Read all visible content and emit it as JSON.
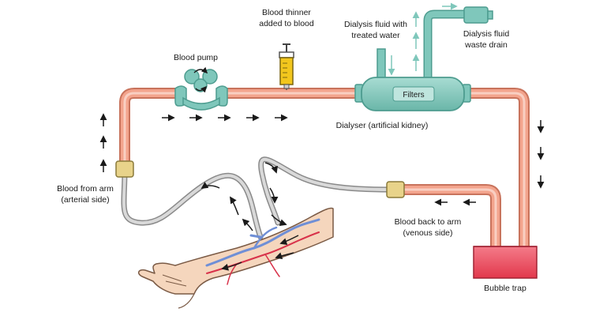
{
  "labels": {
    "blood_pump": "Blood pump",
    "thinner_line1": "Blood thinner",
    "thinner_line2": "added to blood",
    "dialysis_in_line1": "Dialysis fluid with",
    "dialysis_in_line2": "treated water",
    "dialysis_out_line1": "Dialysis fluid",
    "dialysis_out_line2": "waste drain",
    "filters": "Filters",
    "dialyser": "Dialyser (artificial kidney)",
    "from_arm_line1": "Blood from arm",
    "from_arm_line2": "(arterial side)",
    "back_arm_line1": "Blood back to arm",
    "back_arm_line2": "(venous side)",
    "bubble_trap": "Bubble trap"
  },
  "colors": {
    "tube_outline": "#c8735c",
    "tube_fill": "#f3a48d",
    "tube_highlight": "#f9cfc2",
    "device_teal": "#7fc7bb",
    "device_teal_dark": "#4d9c8f",
    "syringe_yellow": "#f2c61d",
    "connector": "#e8d38a",
    "bubble_trap_red": "#e84d5f",
    "skin": "#f5d6bd",
    "skin_outline": "#7a5a45",
    "vein_blue": "#6f8fd6",
    "artery_red": "#d8324a"
  },
  "icons": [
    "blood-pump-icon",
    "syringe-icon",
    "dialyser-icon",
    "drain-pipe-icon",
    "arm-illustration",
    "bubble-trap-icon",
    "connector-icon",
    "arrow-icon"
  ]
}
